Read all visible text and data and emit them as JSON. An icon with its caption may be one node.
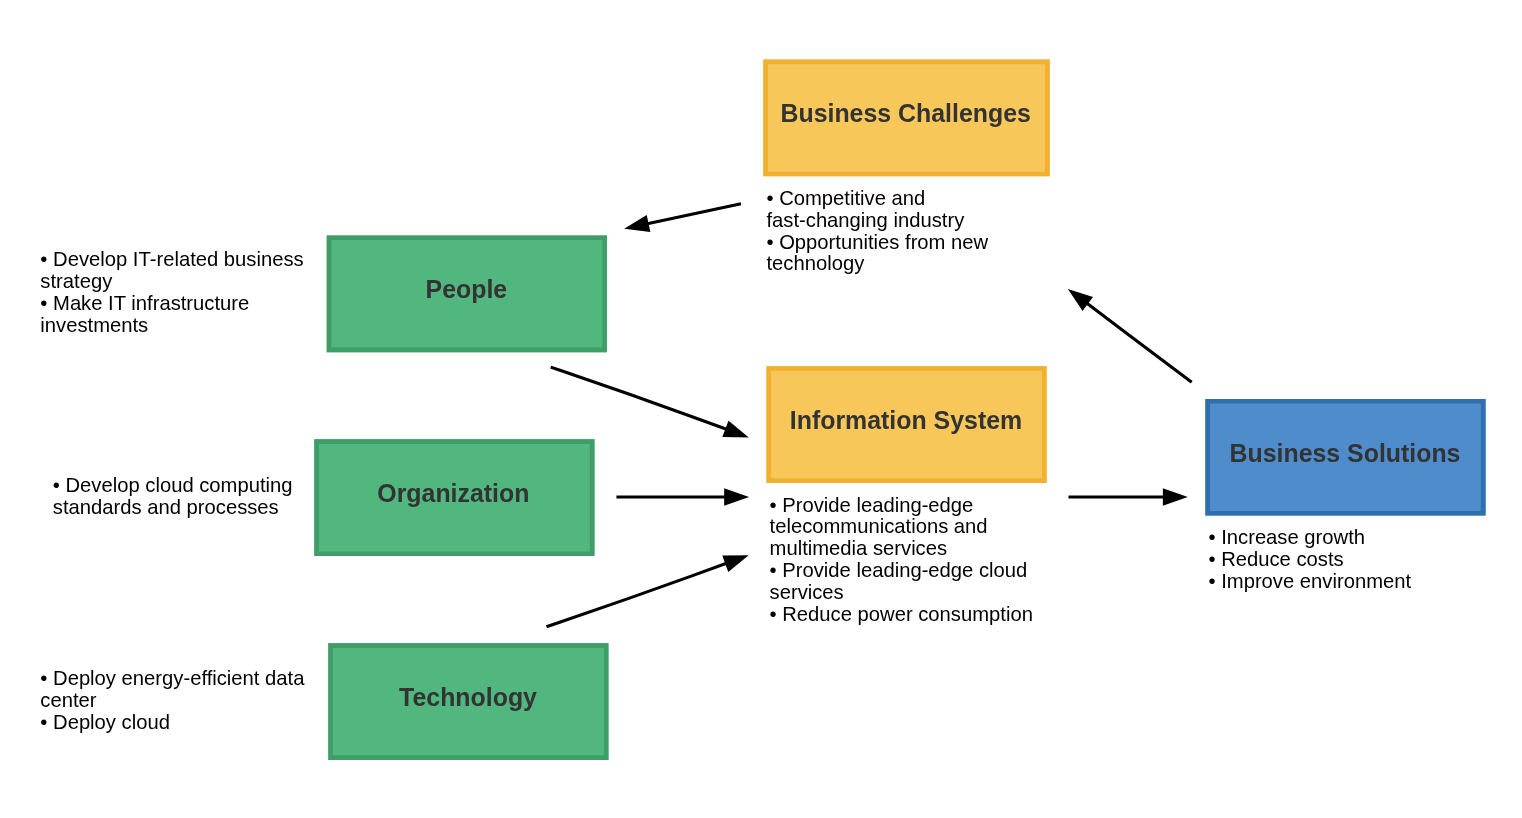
{
  "diagram": {
    "nodes": [
      {
        "text": [
          "Business Challenges"
        ],
        "beside": [
          "• Competitive and fast-changing industry",
          "• Opportunities from new technology"
        ]
      },
      {
        "text": [
          "People"
        ],
        "beside": [
          "• Develop IT-related business strategy",
          "• Make IT infrastructure investments"
        ]
      },
      {
        "text": [
          "Organization"
        ],
        "beside": [
          "• Develop cloud computing standards and processes"
        ]
      },
      {
        "text": [
          "Technology"
        ],
        "beside": [
          "• Deploy energy-efficient data center",
          "• Deploy cloud"
        ]
      },
      {
        "text": [
          "Information System"
        ],
        "beside": [
          "• Provide leading-edge telecommunications and multimedia services",
          "• Provide leading-edge cloud services",
          "• Reduce power consumption"
        ]
      },
      {
        "text": [
          "Business Solutions"
        ],
        "beside": [
          "• Increase growth",
          "• Reduce costs",
          "• Improve environment"
        ]
      }
    ],
    "edges": [
      {
        "from": 0,
        "to": 1,
        "arrow": "to"
      },
      {
        "from": 1,
        "to": 4,
        "arrow": "to"
      },
      {
        "from": 2,
        "to": 4,
        "arrow": "to"
      },
      {
        "from": 3,
        "to": 4,
        "arrow": "to"
      },
      {
        "from": 4,
        "to": 5,
        "arrow": "to"
      },
      {
        "from": 5,
        "to": 0,
        "arrow": "to"
      }
    ]
  }
}
